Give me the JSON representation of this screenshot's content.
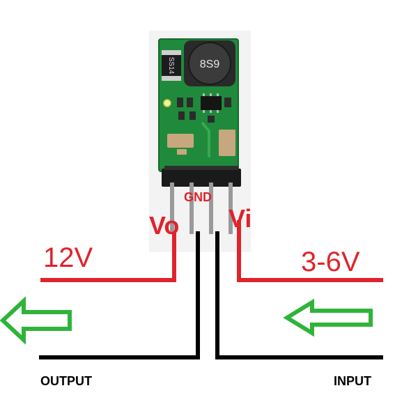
{
  "labels": {
    "output_voltage": "12V",
    "input_voltage": "3-6V",
    "pin_vo": "Vo",
    "pin_gnd": "GND",
    "pin_vi": "Vi",
    "output": "OUTPUT",
    "input": "INPUT"
  },
  "components": {
    "diode_marking": "SS14",
    "inductor_marking": "8S9"
  },
  "colors": {
    "wire_positive": "#e0232b",
    "wire_ground": "#000000",
    "arrow": "#2fb43a",
    "pcb": "#1f8a3c"
  }
}
